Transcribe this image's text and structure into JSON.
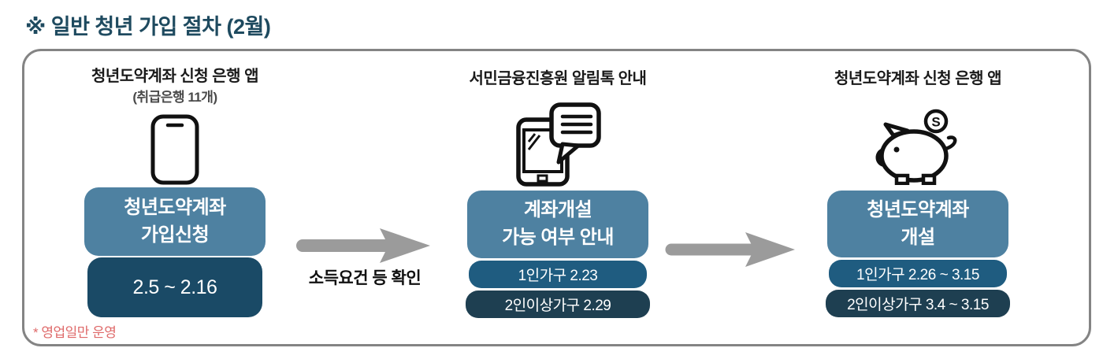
{
  "title": "※ 일반 청년 가입 절차 (2월)",
  "footnote": "* 영업일만 운영",
  "arrow1_label": "소득요건 등 확인",
  "piggy_coin_symbol": "S",
  "steps": [
    {
      "header": "청년도약계좌 신청 은행 앱",
      "subheader": "(취급은행 11개)",
      "icon": "smartphone-icon",
      "main_line1": "청년도약계좌",
      "main_line2": "가입신청",
      "dates": [
        {
          "label": "2.5 ~ 2.16"
        }
      ]
    },
    {
      "header": "서민금융진흥원 알림톡 안내",
      "subheader": "",
      "icon": "phone-message-icon",
      "main_line1": "계좌개설",
      "main_line2": "가능 여부 안내",
      "dates": [
        {
          "label": "1인가구 2.23"
        },
        {
          "label": "2인이상가구 2.29"
        }
      ]
    },
    {
      "header": "청년도약계좌 신청 은행 앱",
      "subheader": "",
      "icon": "piggy-bank-icon",
      "main_line1": "청년도약계좌",
      "main_line2": "개설",
      "dates": [
        {
          "label": "1인가구 2.26 ~ 3.15"
        },
        {
          "label": "2인이상가구 3.4 ~ 3.15"
        }
      ]
    }
  ],
  "colors": {
    "title": "#1e4a5f",
    "main_box": "#4e81a1",
    "medium_box": "#1f5c80",
    "dark_box": "#1e3f51",
    "step1_date_box": "#1a4a66",
    "arrow": "#9b9b9b",
    "panel_border": "#848484",
    "footnote": "#df6a6a",
    "icon_stroke": "#111111"
  }
}
